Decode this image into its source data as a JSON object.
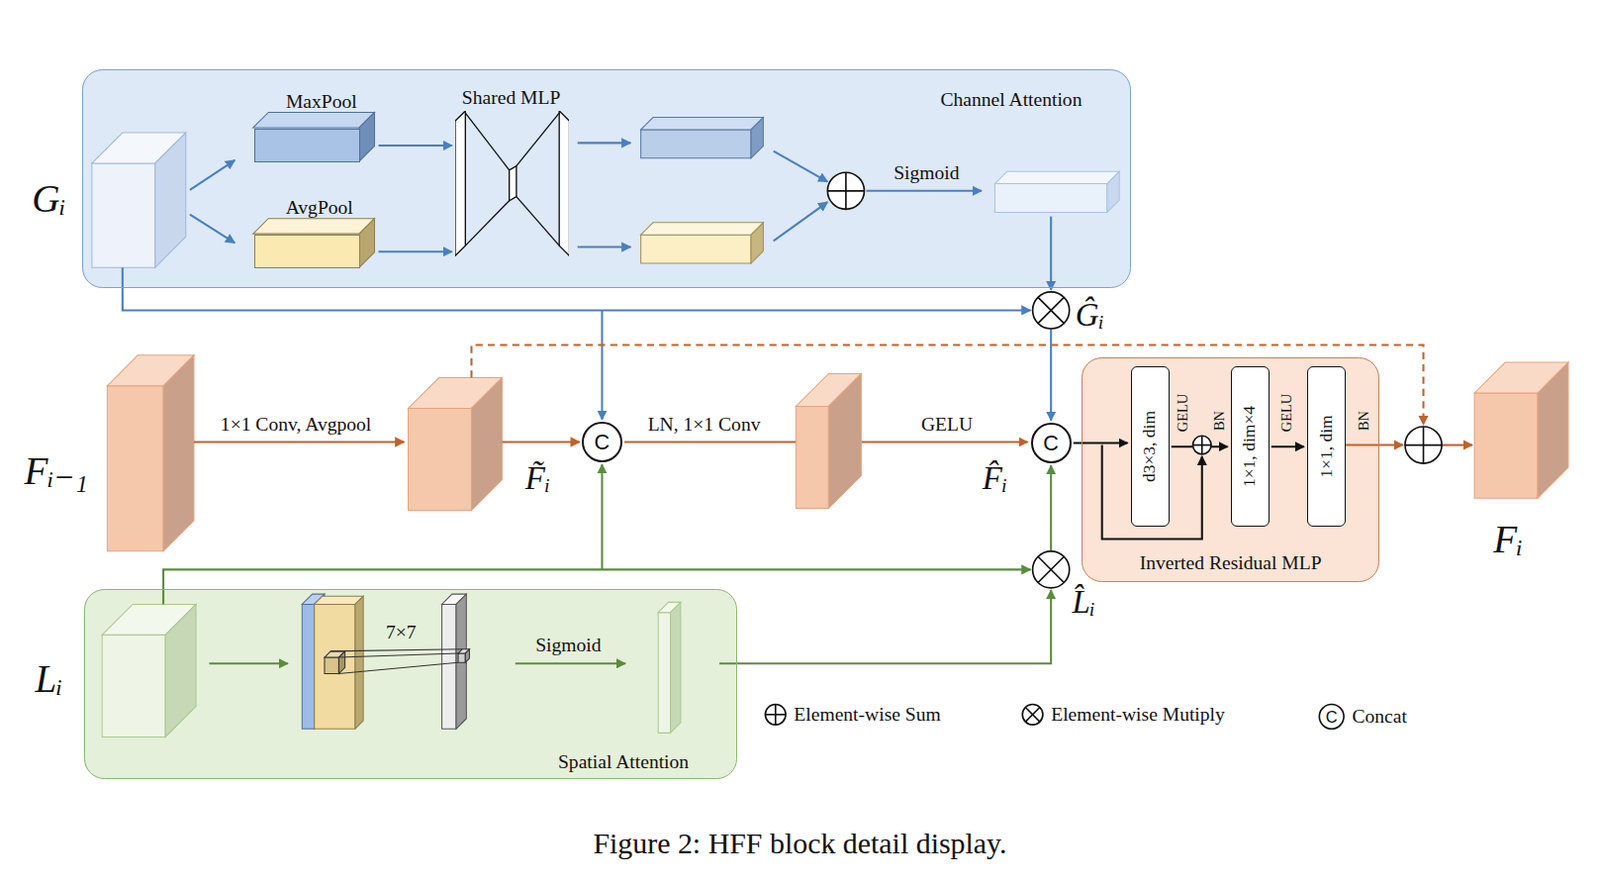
{
  "diagram": {
    "caption": "Figure 2: HFF block detail display.",
    "nodes": [
      {
        "text": [
          "Channel Attention"
        ]
      },
      {
        "text": [
          "MaxPool"
        ],
        "in": 0
      },
      {
        "text": [
          "AvgPool"
        ],
        "in": 0
      },
      {
        "text": [
          "Shared MLP"
        ],
        "in": 0
      },
      {
        "text": [
          "C"
        ]
      },
      {
        "text": [
          "C"
        ]
      },
      {
        "text": [
          "Inverted Residual MLP"
        ]
      },
      {
        "text": [
          "d3×3, dim"
        ],
        "in": 6
      },
      {
        "text": [
          "1×1, dim×4"
        ],
        "in": 6
      },
      {
        "text": [
          "1×1, dim"
        ],
        "in": 6
      },
      {
        "text": [
          "Spatial Attention"
        ]
      }
    ],
    "edges": [
      {
        "from": 1,
        "to": 3,
        "arrow": "to"
      },
      {
        "from": 2,
        "to": 3,
        "arrow": "to"
      },
      {
        "from": 4,
        "to": 5,
        "arrow": "to"
      },
      {
        "from": 5,
        "to": 7,
        "arrow": "to"
      },
      {
        "from": 7,
        "to": 8,
        "arrow": "to"
      },
      {
        "from": 8,
        "to": 9,
        "arrow": "to"
      }
    ],
    "labels": [
      "Gᵢ",
      "Fᵢ₋₁",
      "Lᵢ",
      "Fᵢ",
      "F̃ᵢ",
      "F̂ᵢ",
      "Ĝᵢ",
      "L̂ᵢ",
      "Sigmoid",
      "1×1 Conv, Avgpool",
      "LN, 1×1 Conv",
      "GELU",
      "7×7",
      "Sigmoid",
      "GELU",
      "BN",
      "GELU",
      "BN",
      "C"
    ],
    "legend": [
      {
        "text": "Element-wise Sum"
      },
      {
        "text": "Element-wise Mutiply"
      },
      {
        "text": "Concat"
      }
    ]
  }
}
